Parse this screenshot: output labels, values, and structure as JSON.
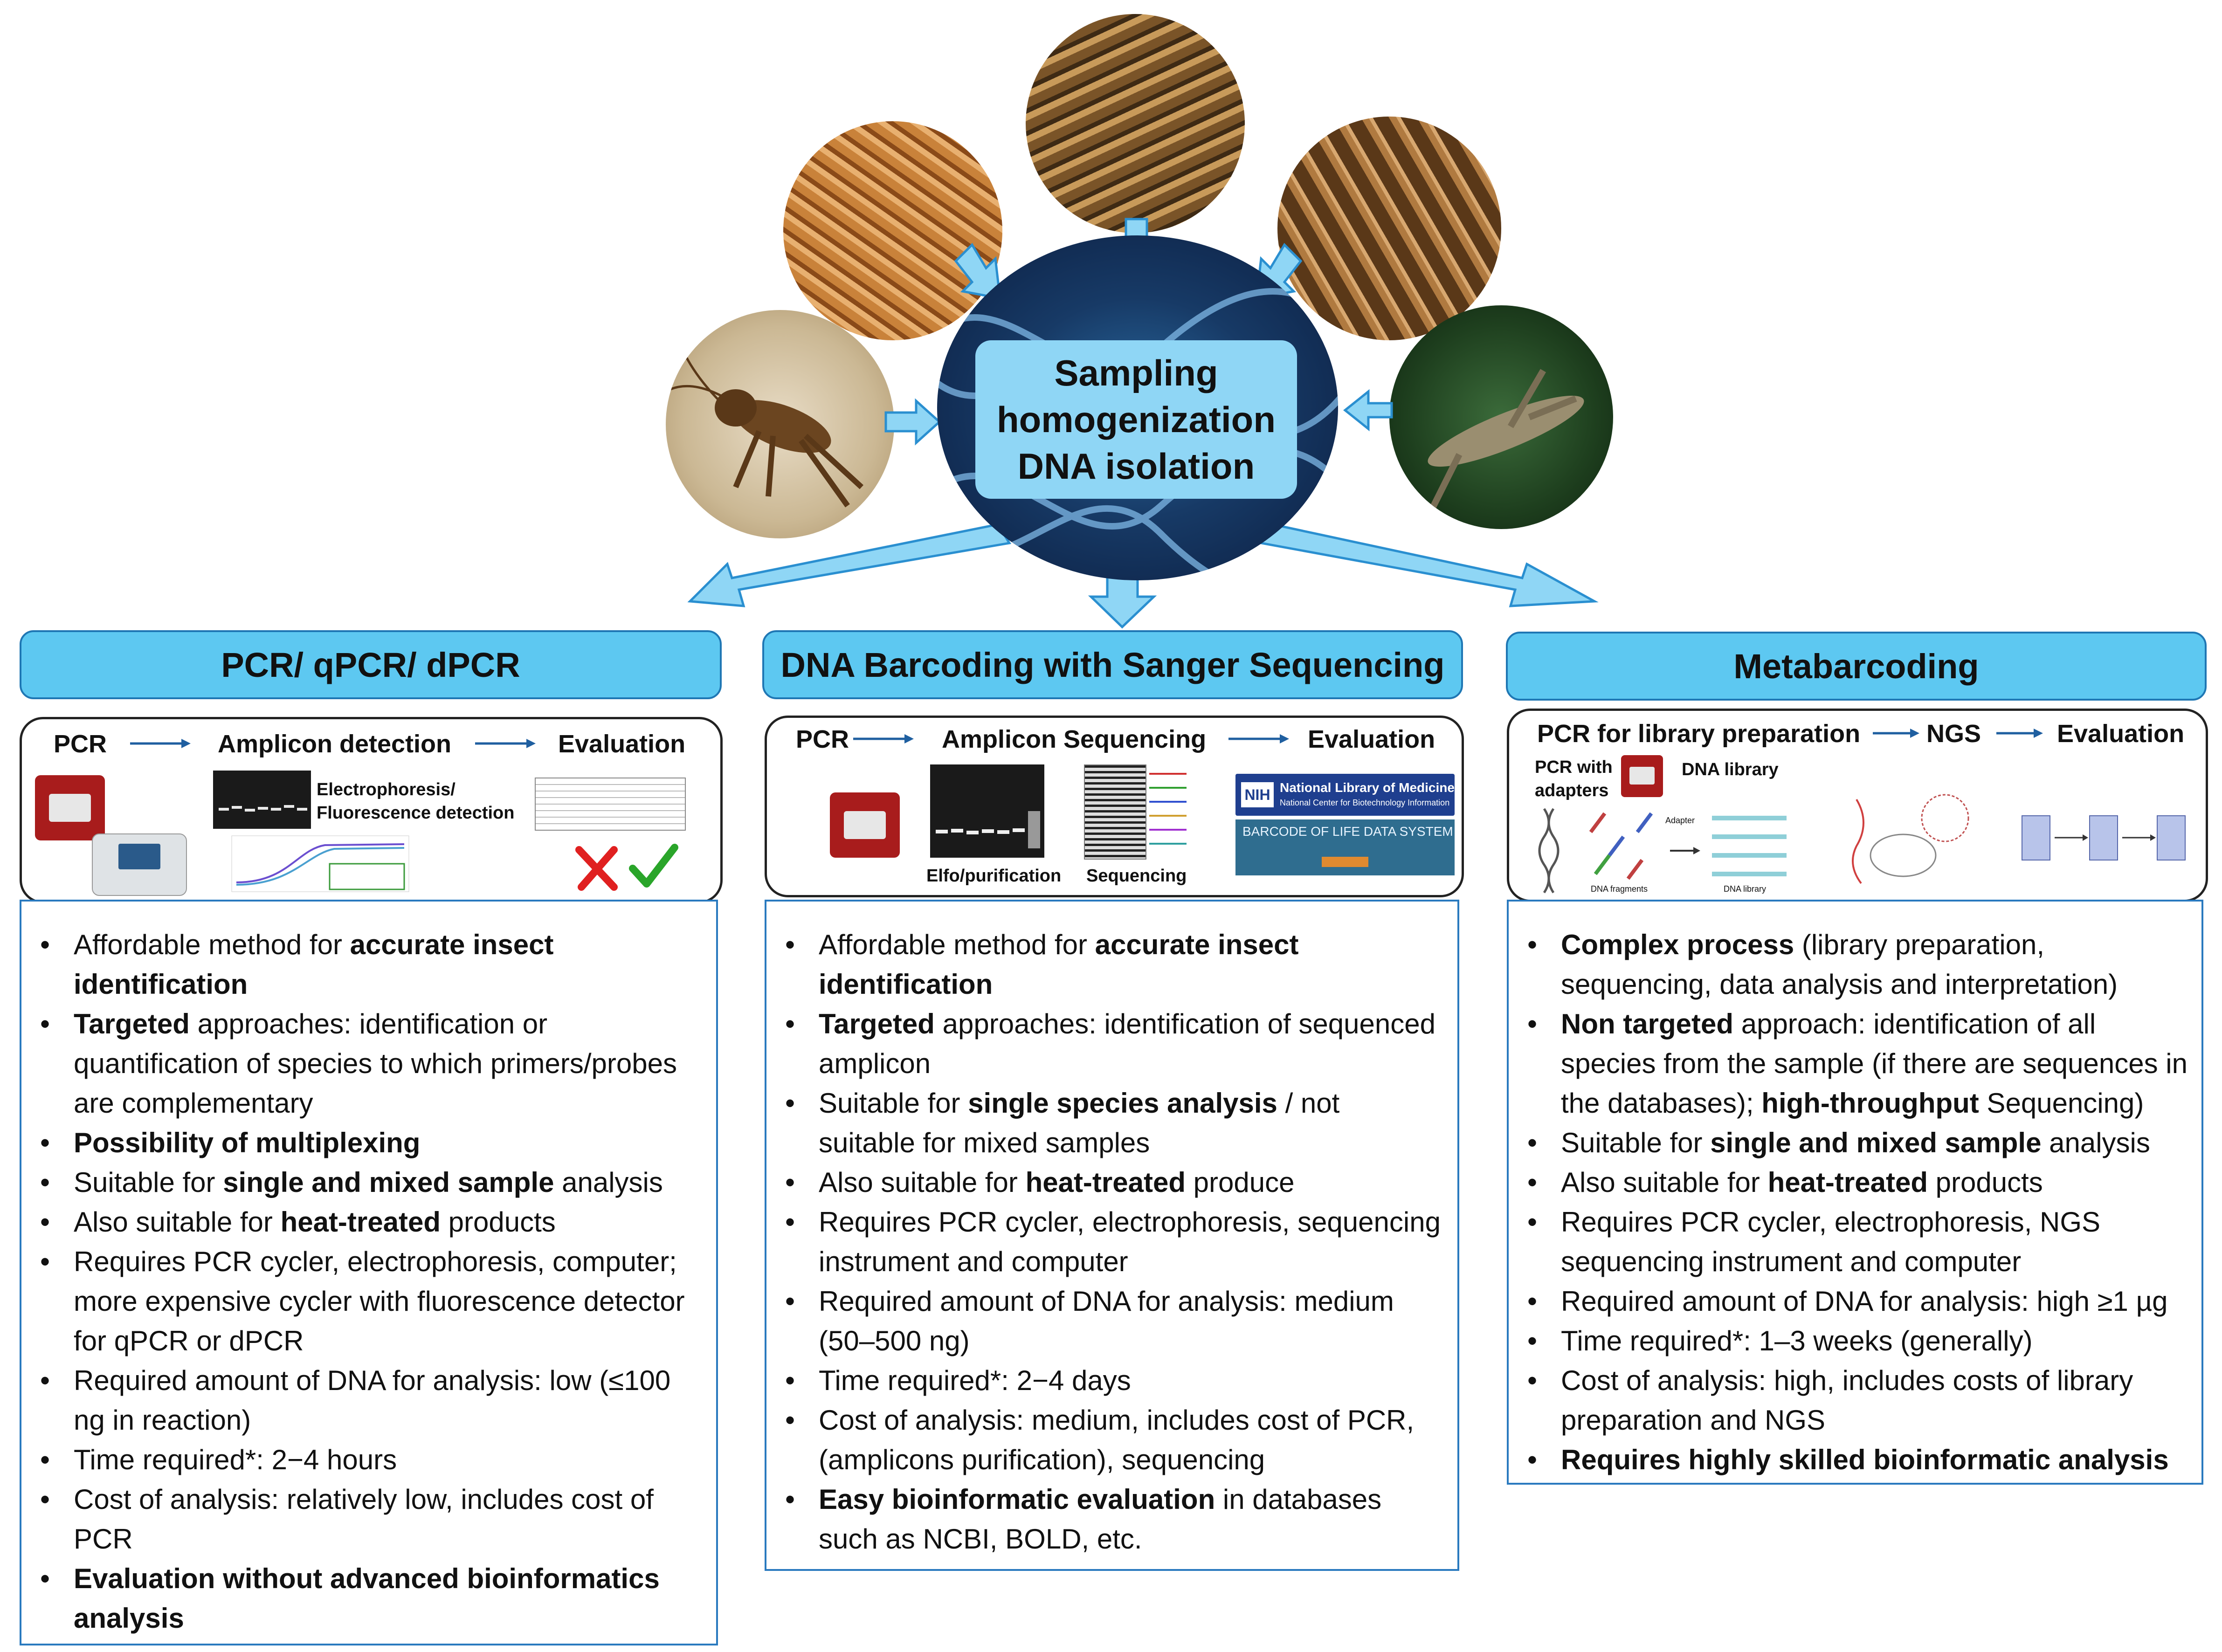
{
  "center": {
    "line1": "Sampling",
    "line2": "homogenization",
    "line3": "DNA isolation"
  },
  "photos": [
    "cricket-photo",
    "mealworm-photo",
    "mealworm-closeup-photo",
    "superworm-photo",
    "locust-photo"
  ],
  "columns": [
    {
      "title": "PCR/ qPCR/ dPCR",
      "steps": [
        "PCR",
        "Amplicon detection",
        "Evaluation"
      ],
      "sublabel1": "Electrophoresis/",
      "sublabel2": "Fluorescence detection",
      "items": [
        [
          {
            "t": "Affordable method for "
          },
          {
            "t": "accurate insect identification",
            "b": true
          }
        ],
        [
          {
            "t": "Targeted",
            "b": true
          },
          {
            "t": " approaches: identification or quantification of species to which primers/probes are complementary"
          }
        ],
        [
          {
            "t": "Possibility of multiplexing",
            "b": true
          }
        ],
        [
          {
            "t": "Suitable for "
          },
          {
            "t": "single and mixed sample",
            "b": true
          },
          {
            "t": " analysis"
          }
        ],
        [
          {
            "t": "Also suitable for "
          },
          {
            "t": "heat-treated",
            "b": true
          },
          {
            "t": " products"
          }
        ],
        [
          {
            "t": "Requires PCR cycler, electrophoresis, computer; more expensive cycler with fluorescence detector for qPCR or dPCR"
          }
        ],
        [
          {
            "t": "Required amount of DNA for analysis:  low (≤100 ng in reaction)"
          }
        ],
        [
          {
            "t": "Time required*: 2−4 hours"
          }
        ],
        [
          {
            "t": "Cost of analysis: relatively low, includes cost of PCR"
          }
        ],
        [
          {
            "t": "Evaluation without advanced bioinformatics analysis",
            "b": true
          }
        ]
      ]
    },
    {
      "title": "DNA Barcoding with Sanger Sequencing",
      "steps": [
        "PCR",
        "Amplicon Sequencing",
        "Evaluation"
      ],
      "sublabel1": "Elfo/purification",
      "sublabel2": "Sequencing",
      "nih_label": "National Library of Medicine",
      "nih_sub": "National Center for Biotechnology Information",
      "bold_label": "BARCODE OF LIFE DATA SYSTEM",
      "items": [
        [
          {
            "t": "Affordable method for "
          },
          {
            "t": "accurate insect identification",
            "b": true
          }
        ],
        [
          {
            "t": "Targeted",
            "b": true
          },
          {
            "t": " approaches: identification of sequenced amplicon"
          }
        ],
        [
          {
            "t": "Suitable for "
          },
          {
            "t": "single species analysis",
            "b": true
          },
          {
            "t": " / not suitable for mixed samples"
          }
        ],
        [
          {
            "t": "Also suitable for "
          },
          {
            "t": "heat-treated",
            "b": true
          },
          {
            "t": " produce"
          }
        ],
        [
          {
            "t": "Requires PCR cycler, electrophoresis, sequencing instrument and computer"
          }
        ],
        [
          {
            "t": "Required amount of DNA for analysis: medium (50–500 ng)"
          }
        ],
        [
          {
            "t": "Time required*: 2−4 days"
          }
        ],
        [
          {
            "t": "Cost of analysis: medium, includes cost of PCR, (amplicons purification), sequencing"
          }
        ],
        [
          {
            "t": "Easy bioinformatic evaluation",
            "b": true
          },
          {
            "t": " in databases such as NCBI, BOLD, etc."
          }
        ]
      ]
    },
    {
      "title": "Metabarcoding",
      "steps": [
        "PCR for library preparation",
        "NGS",
        "Evaluation"
      ],
      "sublabel1": "PCR with",
      "sublabel2": "adapters",
      "sublabel3": "DNA library",
      "mini_fragments": "DNA fragments",
      "mini_adapter": "Adapter",
      "mini_library": "DNA library",
      "items": [
        [
          {
            "t": "Complex process",
            "b": true
          },
          {
            "t": " (library preparation, sequencing, data analysis and interpretation)"
          }
        ],
        [
          {
            "t": "Non targeted",
            "b": true
          },
          {
            "t": " approach: identification of all species from the sample (if there are sequences in the databases); "
          },
          {
            "t": "high-throughput",
            "b": true
          },
          {
            "t": " Sequencing)"
          }
        ],
        [
          {
            "t": "Suitable for "
          },
          {
            "t": "single and mixed sample",
            "b": true
          },
          {
            "t": " analysis"
          }
        ],
        [
          {
            "t": "Also suitable for "
          },
          {
            "t": "heat-treated",
            "b": true
          },
          {
            "t": " products"
          }
        ],
        [
          {
            "t": "Requires PCR cycler, electrophoresis, NGS sequencing instrument and computer"
          }
        ],
        [
          {
            "t": "Required amount of DNA for analysis: high ≥1 µg"
          }
        ],
        [
          {
            "t": "Time required*: 1–3 weeks (generally)"
          }
        ],
        [
          {
            "t": "Cost of analysis: high, includes costs of library preparation and NGS"
          }
        ],
        [
          {
            "t": "Requires highly skilled bioinformatic analysis",
            "b": true
          }
        ]
      ]
    }
  ],
  "colors": {
    "header_fill": "#5dc8f1",
    "header_border": "#1f77b4",
    "arrow": "#8fd6f5",
    "arrow_border": "#2a8fd0",
    "cross": "#e02020",
    "check": "#2aa52a"
  }
}
